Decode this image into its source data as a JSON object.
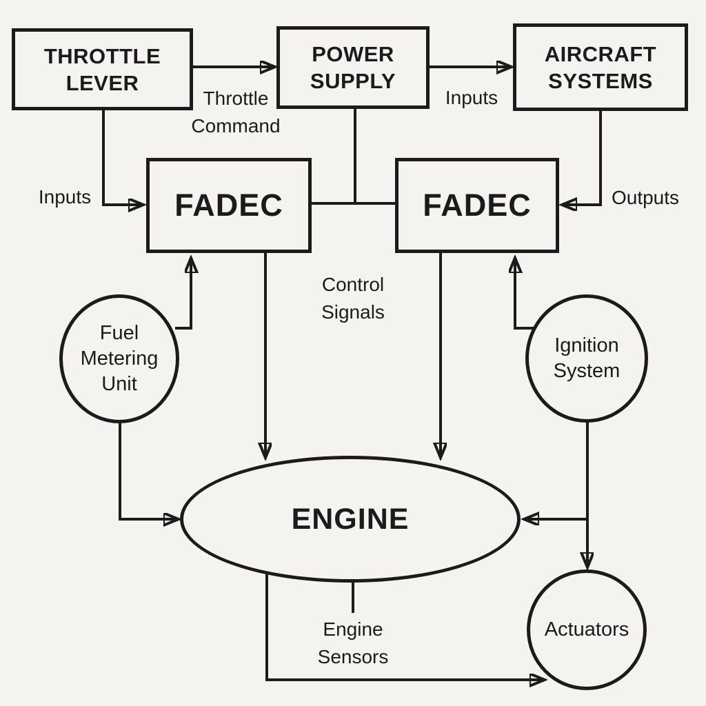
{
  "nodes": {
    "throttle_lever": {
      "lines": [
        "THROTTLE",
        "LEVER"
      ]
    },
    "power_supply": {
      "lines": [
        "POWER",
        "SUPPLY"
      ]
    },
    "aircraft_systems": {
      "lines": [
        "AIRCRAFT",
        "SYSTEMS"
      ]
    },
    "fadec_left": {
      "label": "FADEC"
    },
    "fadec_right": {
      "label": "FADEC"
    },
    "fuel_metering_unit": {
      "lines": [
        "Fuel",
        "Metering",
        "Unit"
      ]
    },
    "ignition_system": {
      "lines": [
        "Ignition",
        "System"
      ]
    },
    "engine": {
      "label": "ENGINE"
    },
    "actuators": {
      "label": "Actuators"
    }
  },
  "edge_labels": {
    "throttle_command": {
      "lines": [
        "Throttle",
        "Command"
      ]
    },
    "inputs_top": "Inputs",
    "inputs_left": "Inputs",
    "outputs": "Outputs",
    "control_signals": {
      "lines": [
        "Control",
        "Signals"
      ]
    },
    "engine_sensors": {
      "lines": [
        "Engine",
        "Sensors"
      ]
    }
  },
  "colors": {
    "background": "#f4f3f0",
    "line": "#1b1b1b",
    "text": "#1b1b1b"
  }
}
